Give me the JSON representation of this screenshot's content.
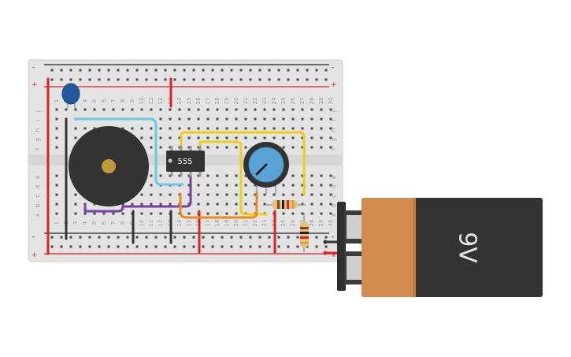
{
  "board": {
    "columns": [
      "1",
      "2",
      "3",
      "4",
      "5",
      "6",
      "7",
      "8",
      "9",
      "10",
      "11",
      "12",
      "13",
      "14",
      "15",
      "16",
      "17",
      "18",
      "19",
      "20",
      "21",
      "22",
      "23",
      "24",
      "25",
      "26",
      "27",
      "28",
      "29",
      "30"
    ],
    "rows_top": [
      "j",
      "i",
      "h",
      "g",
      "f"
    ],
    "rows_bottom": [
      "e",
      "d",
      "c",
      "b",
      "a"
    ],
    "rail_labels": {
      "plus": "+",
      "minus": "-"
    },
    "colors": {
      "board": "#e6e6e6",
      "hole": "#4a4a4a",
      "rail_red": "#e02020",
      "rail_black": "#222222"
    }
  },
  "chip": {
    "label": "555",
    "color": "#333333"
  },
  "battery": {
    "label": "9V",
    "colors": {
      "body": "#333333",
      "band": "#d48b4e"
    }
  },
  "components": {
    "capacitor": "ceramic-capacitor-icon",
    "buzzer": "piezo-buzzer-icon",
    "potentiometer": "potentiometer-icon",
    "resistor_1": "resistor-icon",
    "resistor_2": "resistor-icon"
  },
  "wire_colors": {
    "cyan": "#6cc6e6",
    "yellow": "#f2cd17",
    "purple": "#7a3fa2",
    "orange": "#ea8a1e",
    "red": "#e02020",
    "black": "#333333"
  }
}
